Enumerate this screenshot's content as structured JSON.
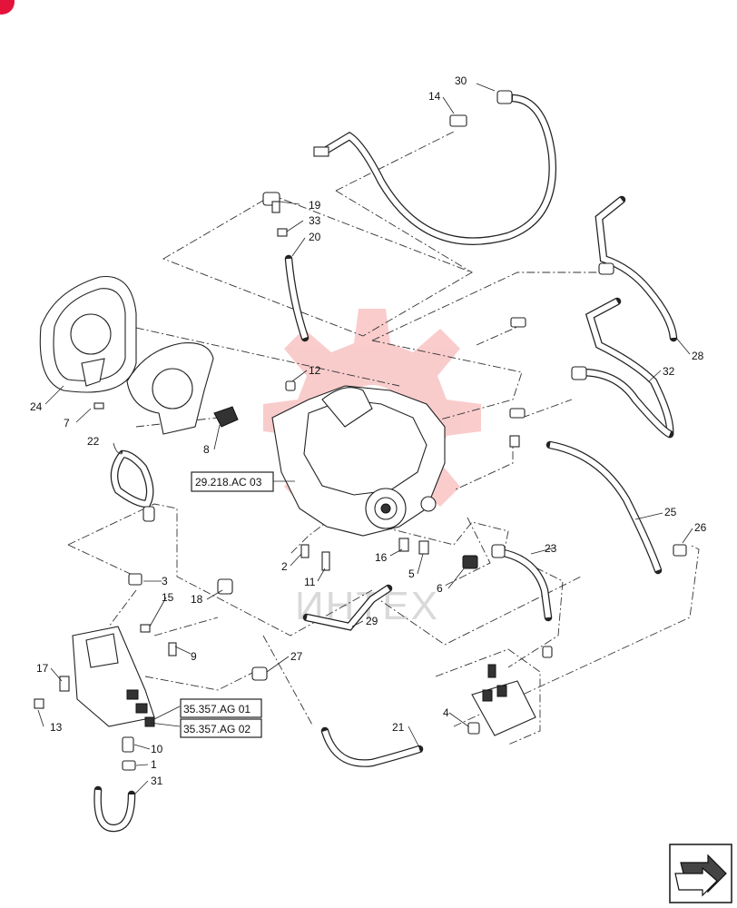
{
  "callouts": [
    {
      "id": "c1",
      "text": "1"
    },
    {
      "id": "c2",
      "text": "2"
    },
    {
      "id": "c3",
      "text": "3"
    },
    {
      "id": "c4",
      "text": "4"
    },
    {
      "id": "c5",
      "text": "5"
    },
    {
      "id": "c6",
      "text": "6"
    },
    {
      "id": "c7",
      "text": "7"
    },
    {
      "id": "c8",
      "text": "8"
    },
    {
      "id": "c9",
      "text": "9"
    },
    {
      "id": "c10",
      "text": "10"
    },
    {
      "id": "c11",
      "text": "11"
    },
    {
      "id": "c12",
      "text": "12"
    },
    {
      "id": "c13",
      "text": "13"
    },
    {
      "id": "c14",
      "text": "14"
    },
    {
      "id": "c15",
      "text": "15"
    },
    {
      "id": "c16",
      "text": "16"
    },
    {
      "id": "c17",
      "text": "17"
    },
    {
      "id": "c18",
      "text": "18"
    },
    {
      "id": "c19",
      "text": "19"
    },
    {
      "id": "c20",
      "text": "20"
    },
    {
      "id": "c21",
      "text": "21"
    },
    {
      "id": "c22",
      "text": "22"
    },
    {
      "id": "c23",
      "text": "23"
    },
    {
      "id": "c24",
      "text": "24"
    },
    {
      "id": "c25",
      "text": "25"
    },
    {
      "id": "c26",
      "text": "26"
    },
    {
      "id": "c27",
      "text": "27"
    },
    {
      "id": "c28",
      "text": "28"
    },
    {
      "id": "c29",
      "text": "29"
    },
    {
      "id": "c30",
      "text": "30"
    },
    {
      "id": "c31",
      "text": "31"
    },
    {
      "id": "c32",
      "text": "32"
    },
    {
      "id": "c33",
      "text": "33"
    }
  ],
  "references": [
    {
      "id": "r1",
      "text": "29.218.AC 03"
    },
    {
      "id": "r2",
      "text": "35.357.AG 01"
    },
    {
      "id": "r3",
      "text": "35.357.AG 02"
    }
  ],
  "watermark": {
    "text": "ИНТЕХ",
    "gear_color": "#f5a3a3"
  },
  "corner_badge": {
    "color": "#e3133b"
  },
  "nav_icon": {
    "name": "arrow-next-icon"
  }
}
